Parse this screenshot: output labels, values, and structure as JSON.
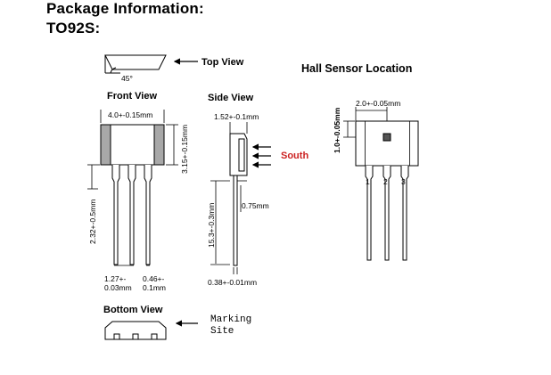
{
  "header": {
    "title": "Package Information:",
    "subtitle": "TO92S:"
  },
  "views": {
    "top_view": "Top View",
    "top_angle": "45°",
    "front_view": "Front View",
    "side_view": "Side View",
    "bottom_view": "Bottom View",
    "marking_site_line1": "Marking",
    "marking_site_line2": "Site",
    "hall_title": "Hall Sensor Location",
    "south": "South"
  },
  "dimensions": {
    "front_width": "4.0+-0.15mm",
    "front_height": "3.15+-0.15mm",
    "lead_gap": "2.32+-0.5mm",
    "pitch_a": "1.27+-",
    "pitch_b": "0.03mm",
    "lead_w_a": "0.46+-",
    "lead_w_b": "0.1mm",
    "side_thickness": "1.52+-0.1mm",
    "side_lead_off": "0.75mm",
    "side_lead_len": "15.3+-0.3mm",
    "side_lead_thk": "0.38+-0.01mm",
    "hall_x": "2.0+-0.05mm",
    "hall_y": "1.0+-0.05mm",
    "pin1": "1",
    "pin2": "2",
    "pin3": "3"
  },
  "colors": {
    "south": "#cc2222",
    "lead_fill": "#a8a8a8"
  }
}
